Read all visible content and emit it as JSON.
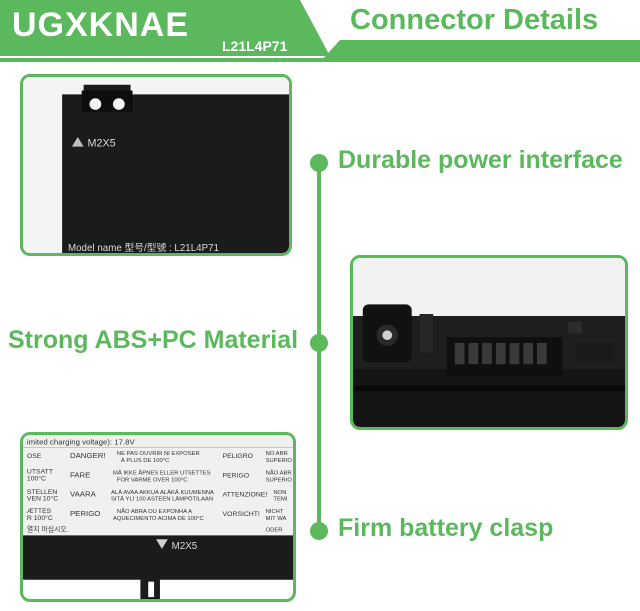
{
  "header": {
    "brand": "UGXKNAE",
    "model": "L21L4P71",
    "title": "Connector Details"
  },
  "features": {
    "durable": "Durable power interface",
    "material": "Strong ABS+PC Material",
    "clasp": "Firm battery clasp"
  },
  "panel_top": {
    "screw_label": "M2X5",
    "model_line": "Model name 型号/型號 : L21L4P71"
  },
  "panel_bottom": {
    "voltage_line": "imited charging voltage): 17.8V",
    "screw_label": "M2X5",
    "warnings": [
      {
        "col1": "OSE",
        "col2": "DANGER!",
        "col3": "NE PAS OUVRIR NI EXPOSER",
        "col3b": "À PLUS DE 100°C",
        "col4": "PELIGRO",
        "col5": "NO ABR",
        "col5b": "SUPERIO"
      },
      {
        "col1": "UTSATT",
        "col1b": "100°C",
        "col2": "FARE",
        "col3": "MÅ IKKE ÅPNES ELLER UTSETTES",
        "col3b": "FOR VARME OVER 100°C",
        "col4": "PERIGO",
        "col5": "NÃO ABR",
        "col5b": "SUPERIO"
      },
      {
        "col1": "STELLEN",
        "col1b": "VEN 10°C",
        "col2": "VAARA",
        "col3": "ALÄ AVAA AKKUA ALÄKÄ KUUMENNA",
        "col3b": "SITÄ YLI 100 ASTEEN LÄMPÖTILAAN",
        "col4": "ATTENZIONE!",
        "col5": "NON",
        "col5b": "TEMI"
      },
      {
        "col1": "ÆTTES",
        "col1b": "R 100°C",
        "col2": "PERIGO",
        "col3": "NÃO ABRA OU EXPONHA A",
        "col3b": "AQUECIMENTO ACIMA DE 100°C",
        "col4": "VORSICHT!",
        "col5": "NICHT",
        "col5b": "MIT WA"
      },
      {
        "col1": "열지 마십시오.",
        "col5": "ODER"
      }
    ]
  },
  "colors": {
    "accent": "#5cb85c",
    "battery": "#1b1b1b"
  }
}
